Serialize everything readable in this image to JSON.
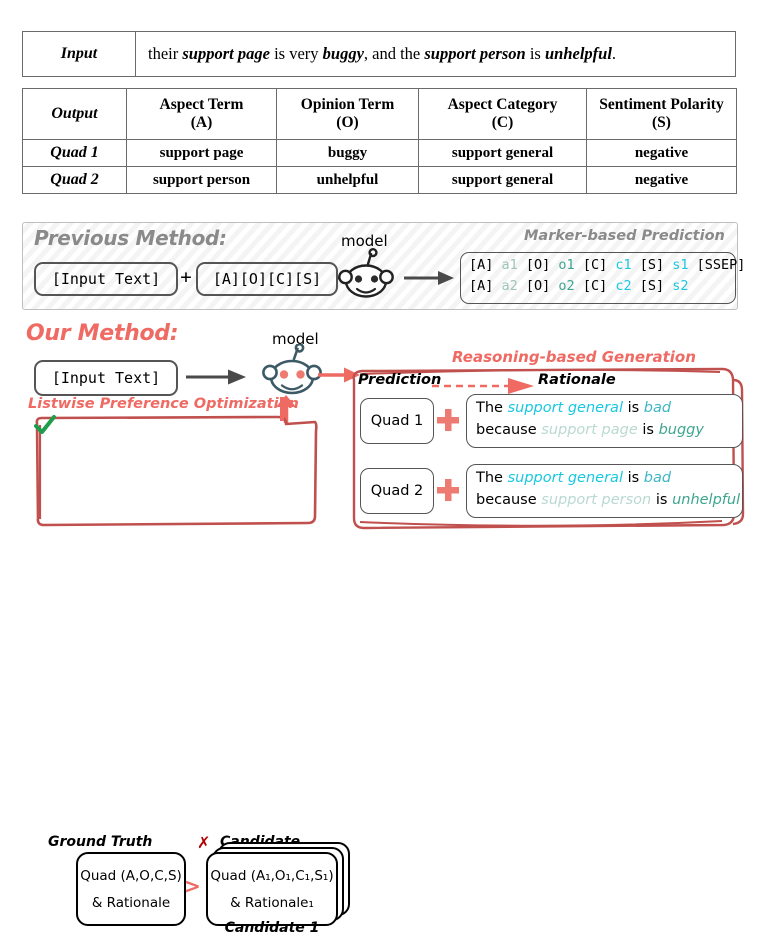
{
  "table_input": {
    "label": "Input",
    "sentence_parts": [
      {
        "text": "their ",
        "bold": false
      },
      {
        "text": "support page",
        "bold": true
      },
      {
        "text": " is very ",
        "bold": false
      },
      {
        "text": "buggy",
        "bold": true
      },
      {
        "text": ", and the ",
        "bold": false
      },
      {
        "text": "support person",
        "bold": true
      },
      {
        "text": " is ",
        "bold": false
      },
      {
        "text": "unhelpful",
        "bold": true
      },
      {
        "text": ".",
        "bold": false
      }
    ],
    "sentence_plain": "their support page is very buggy, and the support person is unhelpful."
  },
  "table_output": {
    "label": "Output",
    "headers": [
      {
        "line1": "Aspect Term",
        "line2": "(A)"
      },
      {
        "line1": "Opinion Term",
        "line2": "(O)"
      },
      {
        "line1": "Aspect Category",
        "line2": "(C)"
      },
      {
        "line1": "Sentiment Polarity",
        "line2": "(S)"
      }
    ],
    "rows": [
      {
        "label": "Quad 1",
        "aspect": "support page",
        "opinion": "buggy",
        "category": "support general",
        "polarity": "negative"
      },
      {
        "label": "Quad 2",
        "aspect": "support person",
        "opinion": "unhelpful",
        "category": "support general",
        "polarity": "negative"
      }
    ]
  },
  "previous_method": {
    "title": "Previous Method:",
    "input_chip": "[Input Text]",
    "plus": "+",
    "marker_chip": "[A][O][C][S]",
    "model_label": "model",
    "prediction_title": "Marker-based Prediction",
    "prediction_lines": [
      [
        {
          "t": "[A] ",
          "c": "plain"
        },
        {
          "t": "a1",
          "c": "a"
        },
        {
          "t": " [O] ",
          "c": "plain"
        },
        {
          "t": "o1",
          "c": "o"
        },
        {
          "t": " [C] ",
          "c": "plain"
        },
        {
          "t": "c1",
          "c": "c"
        },
        {
          "t": " [S] ",
          "c": "plain"
        },
        {
          "t": "s1",
          "c": "s"
        },
        {
          "t": " [SSEP]",
          "c": "plain"
        }
      ],
      [
        {
          "t": "[A] ",
          "c": "plain"
        },
        {
          "t": "a2",
          "c": "a"
        },
        {
          "t": " [O] ",
          "c": "plain"
        },
        {
          "t": "o2",
          "c": "o"
        },
        {
          "t": " [C] ",
          "c": "plain"
        },
        {
          "t": "c2",
          "c": "c"
        },
        {
          "t": " [S] ",
          "c": "plain"
        },
        {
          "t": "s2",
          "c": "s"
        }
      ]
    ]
  },
  "our_method": {
    "title": "Our Method:",
    "input_chip": "[Input Text]",
    "model_label": "model",
    "lpo_label": "Listwise Preference Optimization",
    "ground_truth_title": "Ground Truth",
    "candidate_n_title": "Candidate N",
    "candidate_1_title": "Candidate 1",
    "check_mark": "✔",
    "x_mark": "✗",
    "greater_than": ">",
    "ground_truth_box": {
      "line1": "Quad (A,O,C,S)",
      "line2": "& Rationale"
    },
    "candidate_box": {
      "line1": "Quad (A₁,O₁,C₁,S₁)",
      "line2": "& Rationale₁"
    }
  },
  "reasoning": {
    "section_title": "Reasoning-based Generation",
    "prediction_label": "Prediction",
    "rationale_label": "Rationale",
    "items": [
      {
        "quad_label": "Quad 1",
        "plus": "+",
        "line1": [
          {
            "t": "The ",
            "c": "plain"
          },
          {
            "t": "support general",
            "c": "cat"
          },
          {
            "t": " is ",
            "c": "plain"
          },
          {
            "t": "bad",
            "c": "pol"
          }
        ],
        "line2": [
          {
            "t": "because ",
            "c": "plain"
          },
          {
            "t": "support page",
            "c": "asp"
          },
          {
            "t": " is ",
            "c": "plain"
          },
          {
            "t": "buggy",
            "c": "opi"
          }
        ],
        "text_plain": "The support general is bad because support page is buggy"
      },
      {
        "quad_label": "Quad 2",
        "plus": "+",
        "line1": [
          {
            "t": "The ",
            "c": "plain"
          },
          {
            "t": "support general",
            "c": "cat"
          },
          {
            "t": " is ",
            "c": "plain"
          },
          {
            "t": "bad",
            "c": "pol"
          }
        ],
        "line2": [
          {
            "t": "because ",
            "c": "plain"
          },
          {
            "t": "support person",
            "c": "asp"
          },
          {
            "t": " is ",
            "c": "plain"
          },
          {
            "t": "unhelpful",
            "c": "opi"
          }
        ],
        "text_plain": "The support general is bad because support person is unhelpful"
      }
    ]
  },
  "colors": {
    "accent_red": "#ef6a63",
    "dark_red": "#c0504d",
    "gray_title": "#8a8a8a",
    "marker_aspect": "#9ec4bb",
    "marker_opinion": "#3da58f",
    "marker_category": "#19c8e0",
    "marker_sentiment": "#19c8e0",
    "check_green": "#1e9e4a",
    "x_red": "#b00000",
    "reddit_outline_prev": "#222222",
    "reddit_outline_our": "#3c5a66"
  },
  "icons": {
    "model_prev": "reddit-mascot-icon",
    "model_our": "reddit-mascot-icon",
    "check": "check-icon",
    "cross": "cross-icon",
    "plus_red": "plus-icon"
  }
}
